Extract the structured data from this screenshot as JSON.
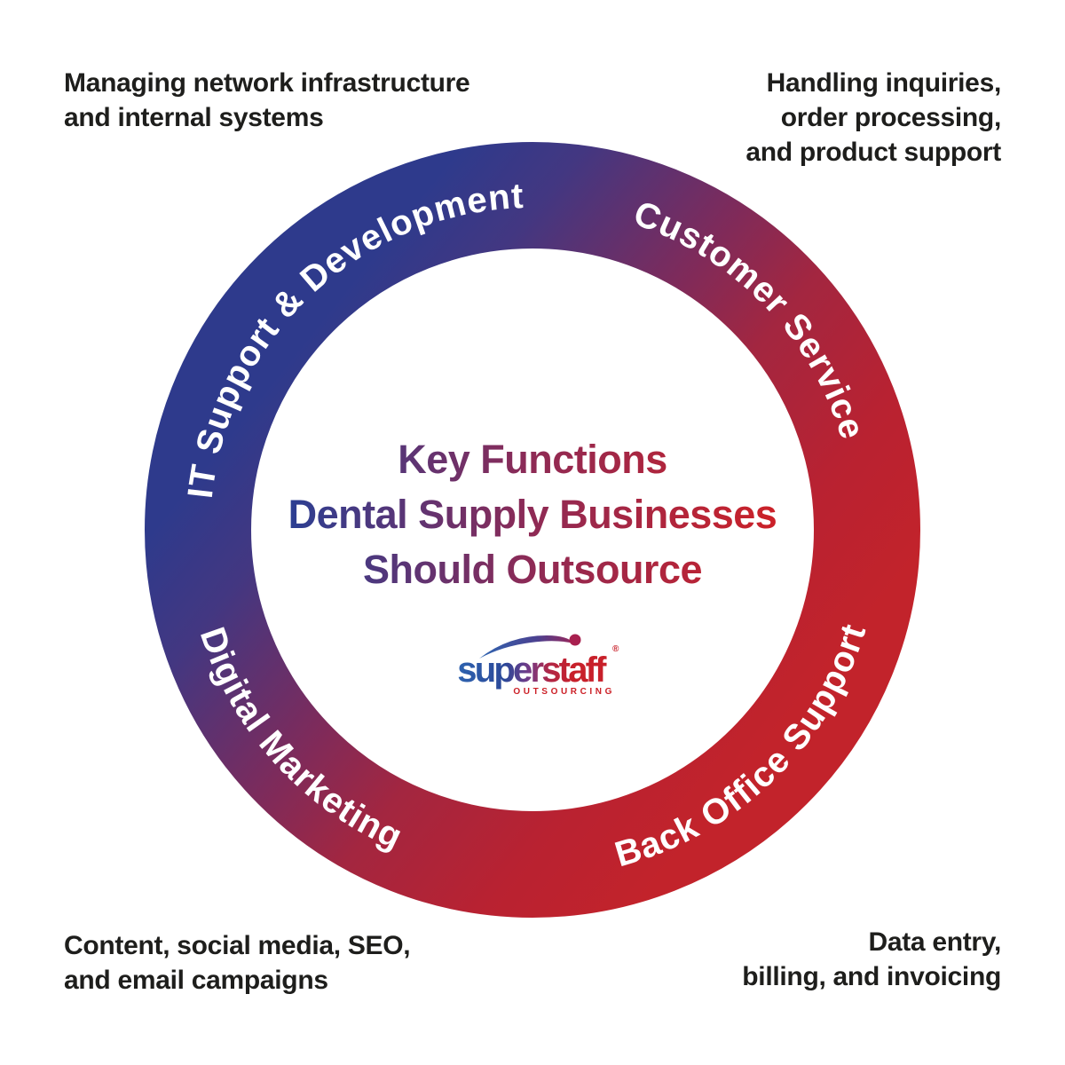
{
  "title": {
    "lines": [
      "Key Functions",
      "Dental Supply Businesses",
      "Should Outsource"
    ]
  },
  "ring": {
    "labels": [
      {
        "label": "IT Support & Development",
        "position": "top-left"
      },
      {
        "label": "Customer Service",
        "position": "top-right"
      },
      {
        "label": "Digital Marketing",
        "position": "bottom-left"
      },
      {
        "label": "Back Office Support",
        "position": "bottom-right"
      }
    ]
  },
  "annotations": {
    "top_left": {
      "lines": [
        "Managing network infrastructure",
        "and internal systems"
      ]
    },
    "top_right": {
      "lines": [
        "Handling inquiries,",
        "order processing,",
        "and product support"
      ]
    },
    "bottom_left": {
      "lines": [
        "Content, social media, SEO,",
        "and email campaigns"
      ]
    },
    "bottom_right": {
      "lines": [
        "Data entry,",
        "billing, and invoicing"
      ]
    }
  },
  "logo": {
    "word_super": "super",
    "word_staff": "staff",
    "registered": "®",
    "subtext": "OUTSOURCING"
  },
  "colors": {
    "ring_blue": "#2d3a8c",
    "ring_purple": "#7c2b5c",
    "ring_red": "#c2232b",
    "title_blue": "#2b3f93",
    "title_red": "#cc2128",
    "annotation_text": "#1e1e1c",
    "ring_label_text": "#ffffff",
    "logo_blue": "#2e66b2",
    "logo_red": "#c8202a"
  }
}
